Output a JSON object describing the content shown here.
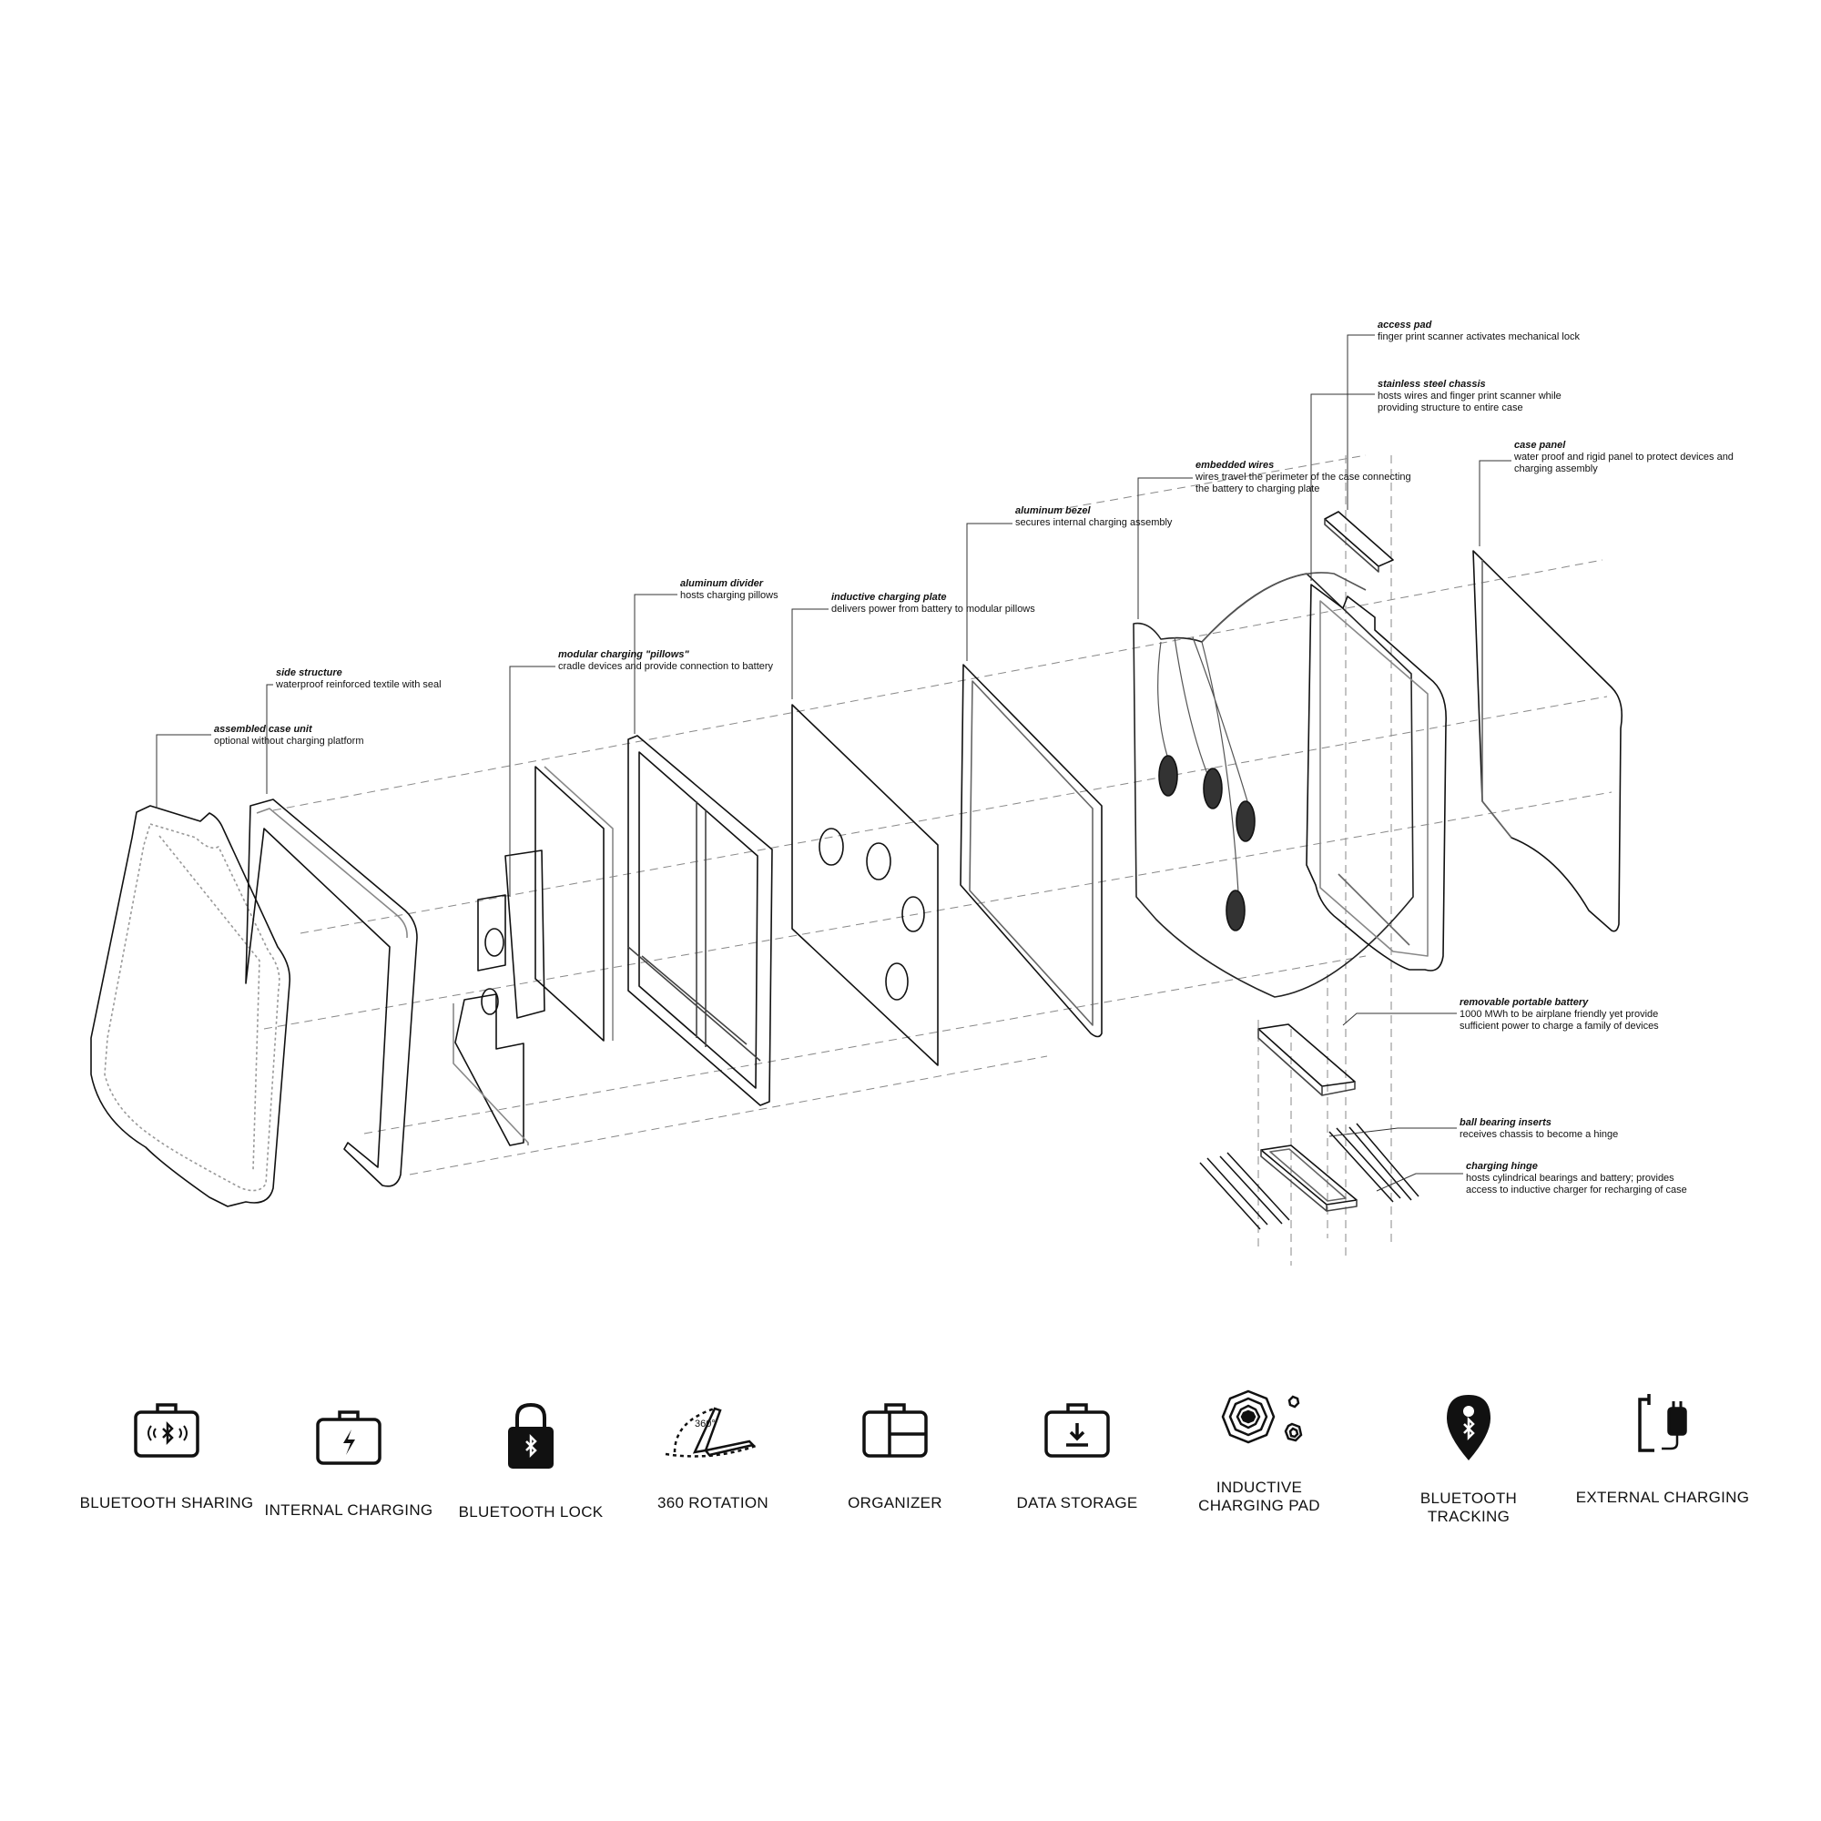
{
  "callouts": [
    {
      "title": "access pad",
      "desc": [
        "finger print scanner activates mechanical lock"
      ]
    },
    {
      "title": "stainless steel chassis",
      "desc": [
        "hosts wires and finger print scanner while",
        "providing structure to entire case"
      ]
    },
    {
      "title": "case panel",
      "desc": [
        "water proof and rigid panel to protect devices and",
        "charging assembly"
      ]
    },
    {
      "title": "embedded wires",
      "desc": [
        "wires travel the perimeter of the case connecting",
        "the battery to charging plate"
      ]
    },
    {
      "title": "aluminum bezel",
      "desc": [
        "secures internal charging assembly"
      ]
    },
    {
      "title": "aluminum divider",
      "desc": [
        "hosts charging pillows"
      ]
    },
    {
      "title": "inductive charging plate",
      "desc": [
        "delivers power from battery to modular pillows"
      ]
    },
    {
      "title": "modular charging \"pillows\"",
      "desc": [
        "cradle devices and provide connection to battery"
      ]
    },
    {
      "title": "side structure",
      "desc": [
        "waterproof reinforced textile with seal"
      ]
    },
    {
      "title": "assembled case unit",
      "desc": [
        "optional without charging platform"
      ]
    },
    {
      "title": "removable portable battery",
      "desc": [
        "1000 MWh to be airplane friendly yet provide",
        "sufficient power to charge a family of devices"
      ]
    },
    {
      "title": "ball bearing inserts",
      "desc": [
        "receives chassis to become a hinge"
      ]
    },
    {
      "title": "charging hinge",
      "desc": [
        "hosts cylindrical bearings and battery; provides",
        "access to inductive charger for recharging of case"
      ]
    }
  ],
  "features": [
    {
      "label": "BLUETOOTH SHARING",
      "icon": "bluetooth-case-icon"
    },
    {
      "label": "INTERNAL CHARGING",
      "icon": "charging-case-icon"
    },
    {
      "label": "BLUETOOTH LOCK",
      "icon": "bluetooth-lock-icon"
    },
    {
      "label": "360 ROTATION",
      "icon": "rotation-360-icon",
      "icon_text": "360°"
    },
    {
      "label": "ORGANIZER",
      "icon": "organizer-case-icon"
    },
    {
      "label": "DATA STORAGE",
      "icon": "data-storage-case-icon"
    },
    {
      "label": "INDUCTIVE CHARGING PAD",
      "label_lines": [
        "INDUCTIVE",
        "CHARGING PAD"
      ],
      "icon": "inductive-pad-icon"
    },
    {
      "label": "BLUETOOTH TRACKING",
      "icon": "location-pin-icon"
    },
    {
      "label": "EXTERNAL CHARGING",
      "icon": "plug-icon"
    }
  ]
}
